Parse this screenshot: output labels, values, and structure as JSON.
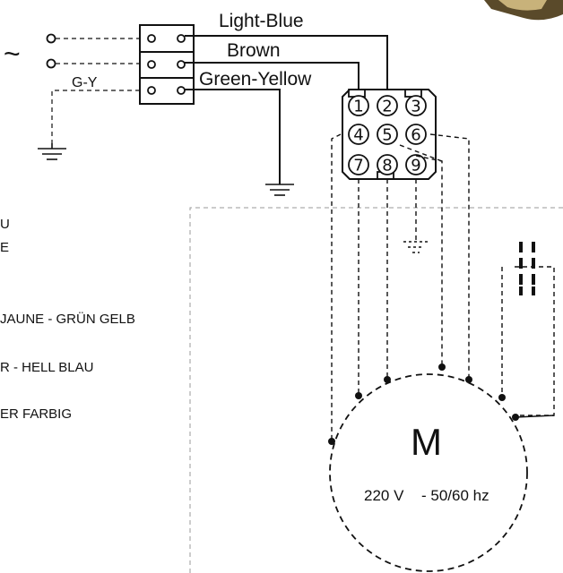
{
  "wire_labels": {
    "light_blue": "Light-Blue",
    "brown": "Brown",
    "green_yellow": "Green-Yellow",
    "gy": "G-Y"
  },
  "legend_fragments": {
    "line1": "U",
    "line2": "E",
    "line3": "JAUNE - GRÜN GELB",
    "line4": "R - HELL BLAU",
    "line5": "ER FARBIG"
  },
  "connector_pins": [
    "1",
    "2",
    "3",
    "4",
    "5",
    "6",
    "7",
    "8",
    "9"
  ],
  "ac_symbol": "~",
  "motor": {
    "label": "M",
    "voltage": "220 V",
    "frequency": "- 50/60 hz"
  },
  "colors": {
    "line": "#111111",
    "frame_dash": "#999999",
    "background": "#ffffff"
  }
}
